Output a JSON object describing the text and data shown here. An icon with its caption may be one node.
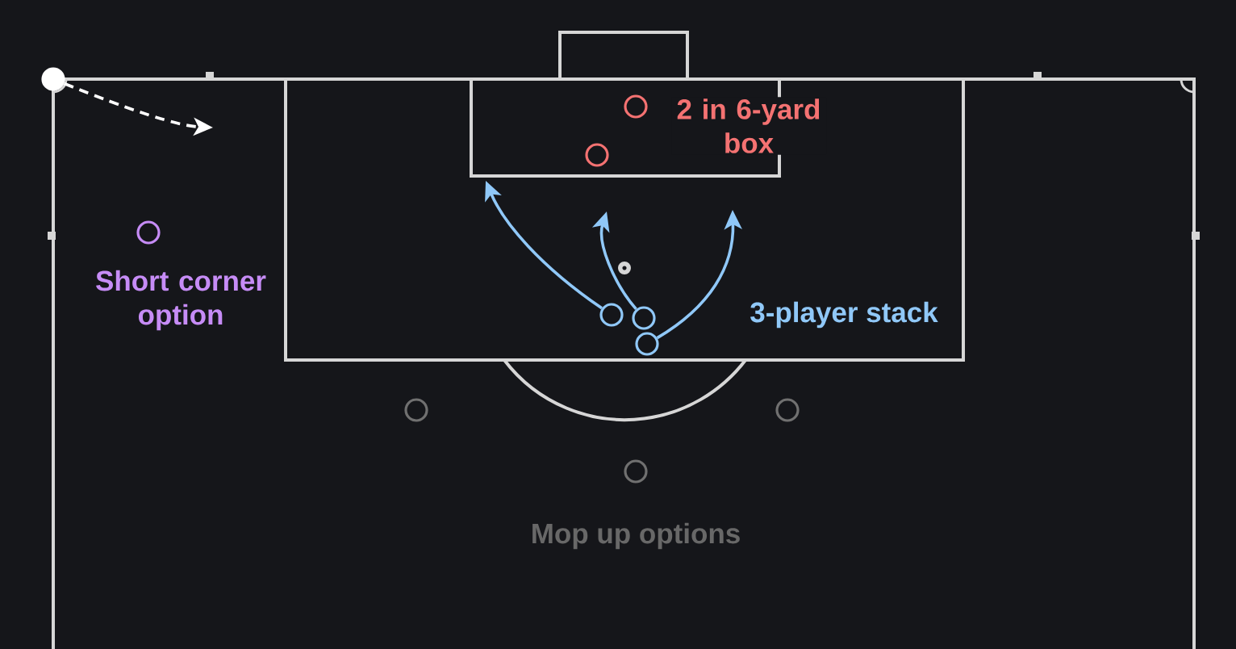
{
  "diagram": {
    "nodes": [
      {
        "text": [],
        "shape": "circle"
      },
      {
        "text": [],
        "shape": "circle"
      },
      {
        "text": [],
        "shape": "circle"
      },
      {
        "text": [],
        "shape": "circle",
        "beside": [
          "Short corner option"
        ]
      },
      {
        "text": [],
        "shape": "circle"
      },
      {
        "text": [],
        "shape": "circle"
      },
      {
        "text": [],
        "shape": "circle"
      },
      {
        "text": [],
        "shape": "circle"
      },
      {
        "text": [],
        "shape": "circle"
      },
      {
        "text": [],
        "shape": "circle"
      }
    ],
    "edges": [
      {
        "from": 0,
        "to": null,
        "arrow": "to",
        "style": "dashed",
        "color": "#ffffff"
      },
      {
        "from": 4,
        "to": null,
        "arrow": "to"
      },
      {
        "from": 5,
        "to": null,
        "arrow": "to"
      },
      {
        "from": 6,
        "to": null,
        "arrow": "to"
      }
    ],
    "labels": [
      "2 in 6-yard box",
      "3-player stack",
      "Mop up options"
    ]
  }
}
